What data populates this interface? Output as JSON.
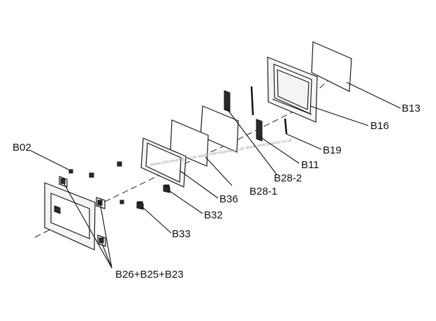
{
  "diagram": {
    "callouts": {
      "b13": "B13",
      "b16": "B16",
      "b19": "B19",
      "b11": "B11",
      "b28_2": "B28-2",
      "b28_1": "B28-1",
      "b36": "B36",
      "b32": "B32",
      "b33": "B33",
      "b02": "B02",
      "b26_b25_b23": "B26+B25+B23"
    },
    "watermark": "www.intersoares.co.uk www.intersoares.co.uk www.intersoares.co.uk"
  }
}
